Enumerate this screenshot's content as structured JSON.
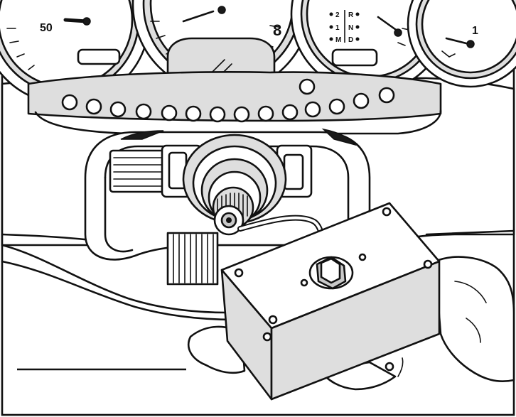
{
  "gauges": {
    "speedometer_label": "50",
    "tachometer_label": "8",
    "right_gauge_label": "1"
  },
  "gear_indicator": {
    "left_column": [
      "2",
      "1",
      "M"
    ],
    "right_column": [
      "R",
      "N",
      "D"
    ]
  }
}
